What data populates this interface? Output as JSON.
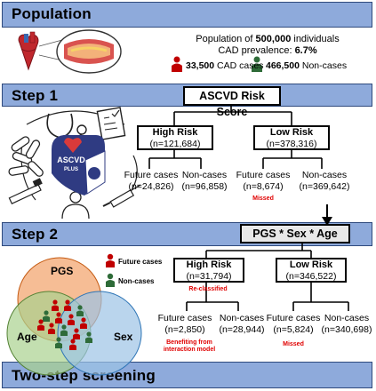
{
  "population": {
    "header": "Population",
    "line1_prefix": "Population of ",
    "line1_number": "500,000",
    "line1_suffix": " individuals",
    "line2_prefix": "CAD prevalence: ",
    "line2_value": "6.7%",
    "cases_number": "33,500",
    "cases_label": " CAD cases",
    "noncases_number": "466,500",
    "noncases_label": " Non-cases"
  },
  "step1": {
    "header": "Step 1",
    "score_box": "ASCVD Risk Score",
    "ascvd_logo_top": "ASCVD",
    "ascvd_logo_bottom": "PLUS",
    "high": {
      "title": "High Risk",
      "n": "(n=121,684)"
    },
    "low": {
      "title": "Low Risk",
      "n": "(n=378,316)"
    },
    "leaves": [
      {
        "label": "Future cases",
        "n": "(n=24,826)"
      },
      {
        "label": "Non-cases",
        "n": "(n=96,858)"
      },
      {
        "label": "Future cases",
        "n": "(n=8,674)"
      },
      {
        "label": "Non-cases",
        "n": "(n=369,642)"
      }
    ],
    "missed_note": "Missed"
  },
  "step2": {
    "header": "Step 2",
    "score_box": "PGS * Sex * Age",
    "legend_cases": "Future cases",
    "legend_noncases": "Non-cases",
    "venn_pgs": "PGS",
    "venn_age": "Age",
    "venn_sex": "Sex",
    "high": {
      "title": "High Risk",
      "n": "(n=31,794)"
    },
    "low": {
      "title": "Low Risk",
      "n": "(n=346,522)"
    },
    "reclassified_note": "Re-classified",
    "leaves": [
      {
        "label": "Future cases",
        "n": "(n=2,850)"
      },
      {
        "label": "Non-cases",
        "n": "(n=28,944)"
      },
      {
        "label": "Future cases",
        "n": "(n=5,824)"
      },
      {
        "label": "Non-cases",
        "n": "(n=340,698)"
      }
    ],
    "benefit_note_1": "Benefiting from",
    "benefit_note_2": "interaction model",
    "missed_note": "Missed"
  },
  "footer": {
    "header": "Two-step screening"
  },
  "colors": {
    "band": "#8eaadb",
    "case_red": "#c00000",
    "noncase_green": "#2e6b38",
    "note_red": "#e00000",
    "venn_pgs": "#f4b183",
    "venn_age": "#a9d18e",
    "venn_sex": "#9dc3e6"
  },
  "icons": [
    "heart-icon",
    "artery-icon",
    "person-red-icon",
    "person-green-icon",
    "stethoscope-icon",
    "clipboard-icon",
    "pills-icon",
    "cigarette-icon",
    "syringe-icon",
    "ascvd-logo",
    "venn-diagram"
  ]
}
